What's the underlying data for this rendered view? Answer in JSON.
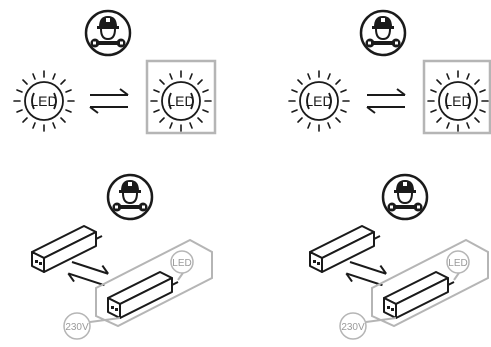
{
  "panels": [
    {
      "kind": "led-swap",
      "label_left": "LED",
      "label_right": "LED",
      "icon": "technician-wrench-icon",
      "arrow": "swap-arrows-icon"
    },
    {
      "kind": "led-swap",
      "label_left": "LED",
      "label_right": "LED",
      "icon": "technician-wrench-icon",
      "arrow": "swap-arrows-icon"
    },
    {
      "kind": "driver-swap",
      "led_label": "LED",
      "mains_label": "230V",
      "icon": "technician-wrench-icon",
      "arrow": "swap-arrows-icon"
    },
    {
      "kind": "driver-swap",
      "led_label": "LED",
      "mains_label": "230V",
      "icon": "technician-wrench-icon",
      "arrow": "swap-arrows-icon"
    }
  ],
  "colors": {
    "ink": "#1a1a1a",
    "highlight_frame": "#b5b5b5",
    "label_grey": "#9a9a9a"
  }
}
